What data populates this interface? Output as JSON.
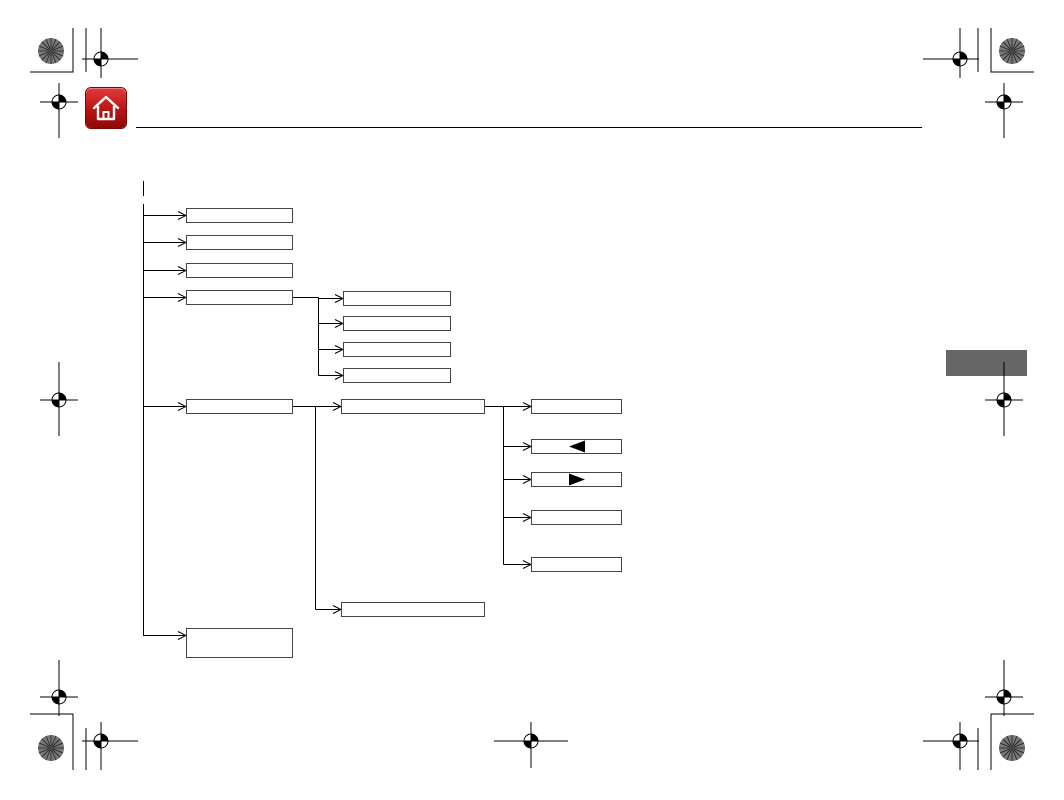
{
  "header": {
    "home_icon": "home-icon",
    "home_color": "#c8191a",
    "side_tab_color": "#666666"
  },
  "menu_tree": {
    "root_label": "",
    "top_level": [
      {
        "id": "a",
        "label": ""
      },
      {
        "id": "b",
        "label": ""
      },
      {
        "id": "c",
        "label": ""
      },
      {
        "id": "d",
        "label": "",
        "children": [
          {
            "id": "d1",
            "label": ""
          },
          {
            "id": "d2",
            "label": ""
          },
          {
            "id": "d3",
            "label": ""
          },
          {
            "id": "d4",
            "label": ""
          }
        ]
      },
      {
        "id": "e",
        "label": "",
        "children": [
          {
            "id": "e1",
            "label": "",
            "children": [
              {
                "id": "e1a",
                "label": ""
              },
              {
                "id": "e1b",
                "label": "",
                "icon": "left-triangle-icon"
              },
              {
                "id": "e1c",
                "label": "",
                "icon": "right-triangle-icon"
              },
              {
                "id": "e1d",
                "label": ""
              },
              {
                "id": "e1e",
                "label": ""
              }
            ]
          },
          {
            "id": "e2",
            "label": ""
          }
        ]
      },
      {
        "id": "f",
        "label": ""
      }
    ]
  },
  "registration_marks": {
    "icon": "crosshair-registration-icon",
    "color_bar_icon": "color-calibration-circle-icon"
  }
}
